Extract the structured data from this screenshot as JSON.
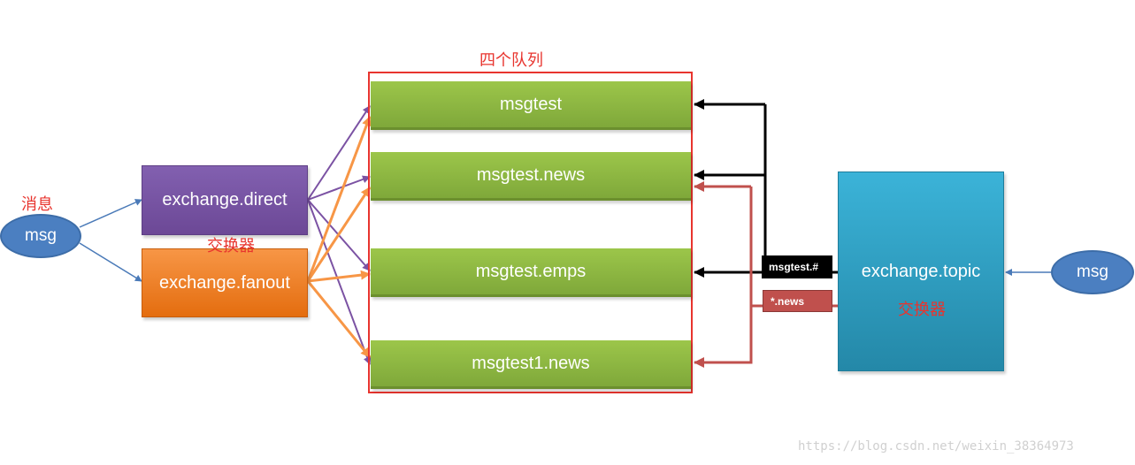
{
  "labels": {
    "queues_title": "四个队列",
    "message_label": "消息",
    "exchange_label_left": "交换器",
    "exchange_label_right": "交换器"
  },
  "left_message": {
    "text": "msg"
  },
  "right_message": {
    "text": "msg"
  },
  "exchanges": {
    "direct": "exchange.direct",
    "fanout": "exchange.fanout",
    "topic": "exchange.topic"
  },
  "queues": [
    "msgtest",
    "msgtest.news",
    "msgtest.emps",
    "msgtest1.news"
  ],
  "routing_keys": {
    "hash": "msgtest.#",
    "news": "*.news"
  },
  "colors": {
    "queue_green": "#8db844",
    "direct_purple": "#7b52a3",
    "fanout_orange": "#f07f22",
    "topic_cyan": "#33abd1",
    "msg_blue": "#4b7fc1",
    "queue_frame_red": "#e8342e",
    "binding_black": "#000000",
    "binding_red": "#c0504d"
  },
  "watermark": "https://blog.csdn.net/weixin_38364973"
}
